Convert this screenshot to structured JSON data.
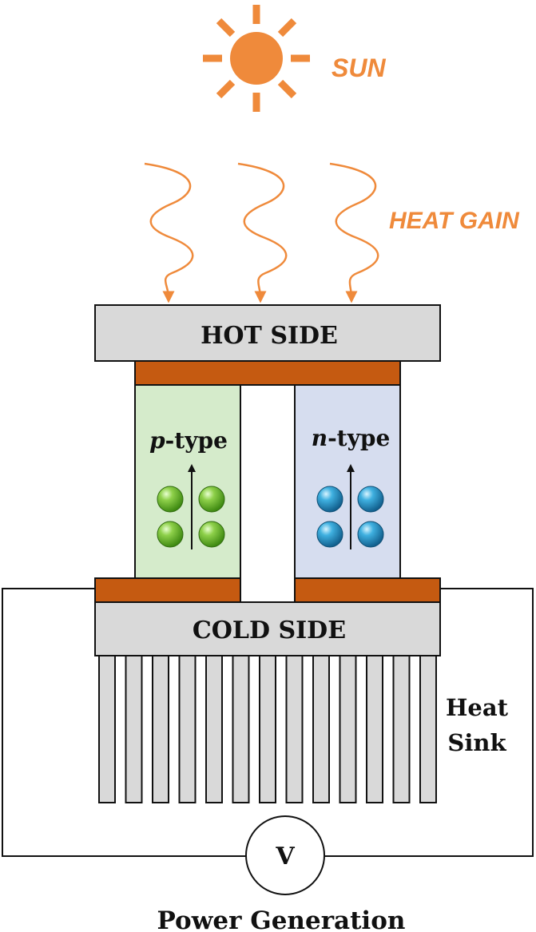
{
  "labels": {
    "sun": "SUN",
    "heat_gain": "HEAT GAIN",
    "hot_side": "HOT SIDE",
    "cold_side": "COLD SIDE",
    "p_prefix": "p",
    "p_suffix": "-type",
    "n_prefix": "n",
    "n_suffix": "-type",
    "heat_sink_line1": "Heat",
    "heat_sink_line2": "Sink",
    "voltmeter": "V",
    "caption": "Power Generation"
  },
  "colors": {
    "sun": "#EF8A3B",
    "heat_text": "#EF8A3B",
    "plate": "#D9D9D9",
    "copper": "#C55A11",
    "p_type_fill": "#D5EBCB",
    "n_type_fill": "#D6DDEF",
    "p_carrier": "#6BBF2F",
    "n_carrier": "#2E9ACD",
    "fin": "#D9D9D9"
  },
  "heat_sink": {
    "fin_count": 13
  },
  "carriers": {
    "per_leg": 4
  }
}
